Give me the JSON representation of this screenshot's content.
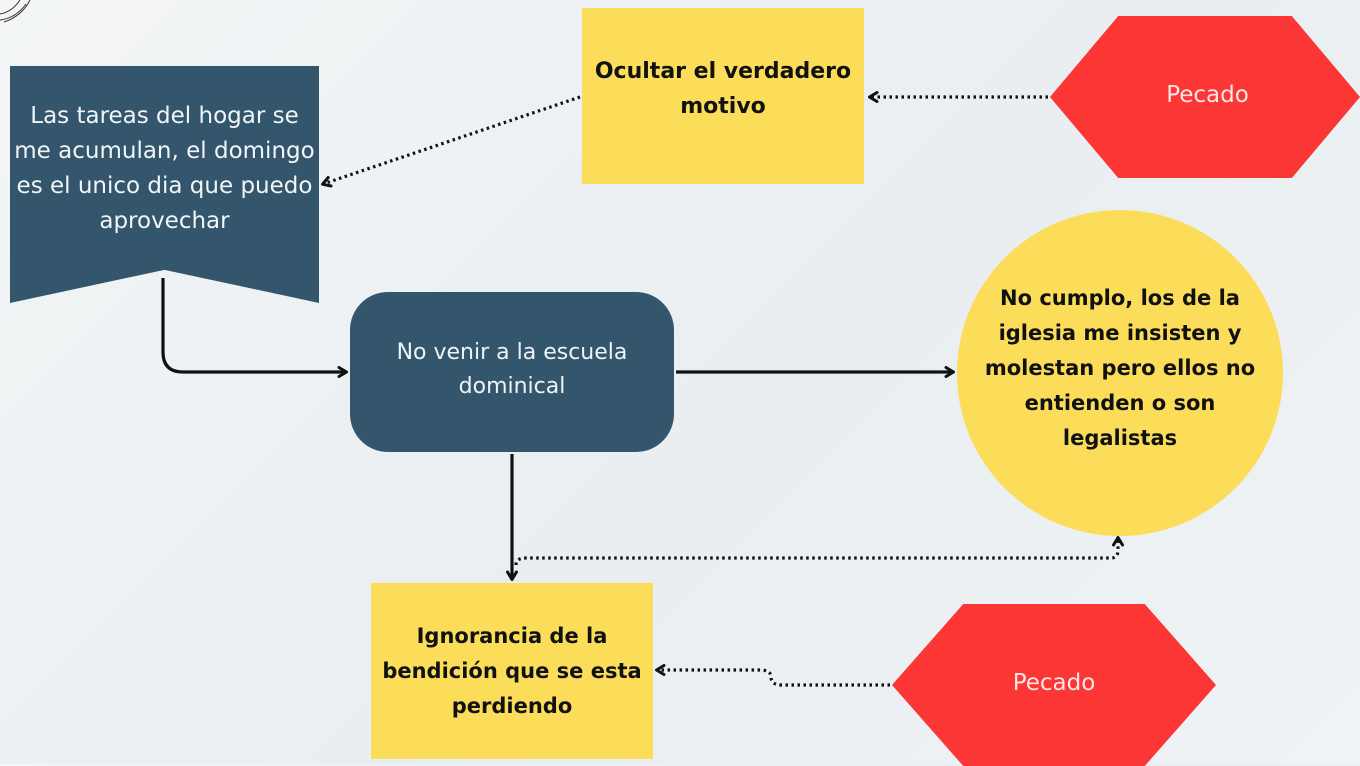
{
  "nodes": {
    "ocultar": "Ocultar el verdadero motivo",
    "tareas": "Las tareas del hogar se me acumulan, el domingo es el unico dia que puedo aprovechar",
    "no_venir": "No venir a la escuela dominical",
    "no_cumplo": "No cumplo, los de la iglesia me insisten y molestan pero ellos no entienden o son legalistas",
    "ignorancia": "Ignorancia de la bendición que se esta perdiendo",
    "pecado_top": "Pecado",
    "pecado_bottom": "Pecado"
  },
  "edges": [
    {
      "from": "pecado_top",
      "to": "ocultar",
      "style": "dotted"
    },
    {
      "from": "ocultar",
      "to": "tareas",
      "style": "dotted"
    },
    {
      "from": "tareas",
      "to": "no_venir",
      "style": "solid"
    },
    {
      "from": "no_venir",
      "to": "no_cumplo",
      "style": "solid"
    },
    {
      "from": "no_venir",
      "to": "ignorancia",
      "style": "solid"
    },
    {
      "from": "ignorancia",
      "to": "no_cumplo",
      "style": "dotted"
    },
    {
      "from": "pecado_bottom",
      "to": "ignorancia",
      "style": "dotted"
    }
  ],
  "colors": {
    "yellow": "#fbdd5a",
    "navy": "#33566d",
    "red": "#fc3535",
    "line": "#111111"
  }
}
